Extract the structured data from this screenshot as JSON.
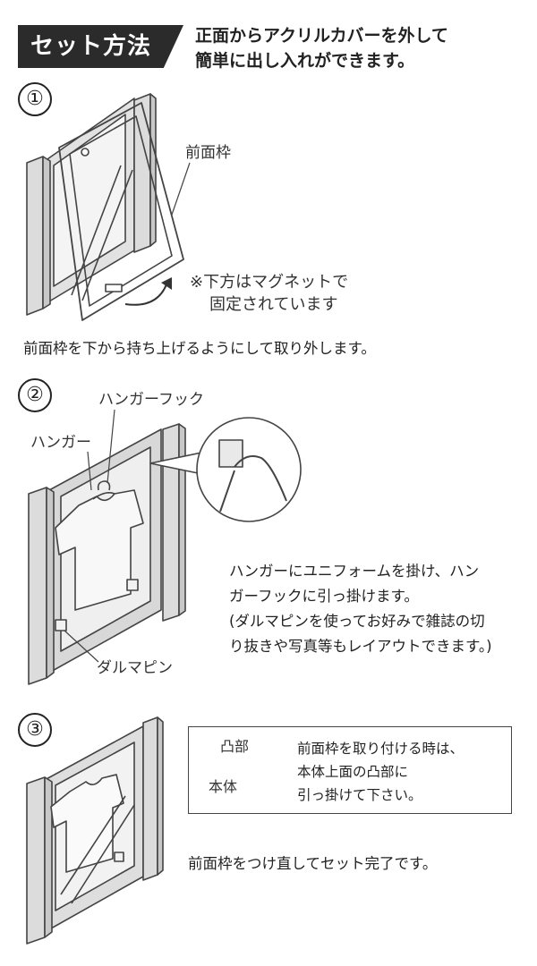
{
  "header": {
    "title": "セット方法",
    "intro_lines": [
      "正面からアクリルカバーを外して",
      "簡単に出し入れができます。"
    ]
  },
  "step1": {
    "number": "①",
    "label_frame": "前面枠",
    "note_lines": [
      "※下方はマグネットで",
      "固定されています"
    ],
    "caption": "前面枠を下から持ち上げるようにして取り外します。"
  },
  "step2": {
    "number": "②",
    "label_hook": "ハンガーフック",
    "label_hanger": "ハンガー",
    "label_pin": "ダルマピン",
    "text_lines": [
      "ハンガーにユニフォームを掛け、ハン",
      "ガーフックに引っ掛けます。",
      "(ダルマピンを使ってお好みで雑誌の切",
      "り抜きや写真等もレイアウトできます。)"
    ]
  },
  "step3": {
    "number": "③",
    "label_bump": "凸部",
    "label_body": "本体",
    "note_lines": [
      "前面枠を取り付ける時は、",
      "本体上面の凸部に",
      "引っ掛けて下さい。"
    ],
    "caption": "前面枠をつけ直してセット完了です。"
  }
}
